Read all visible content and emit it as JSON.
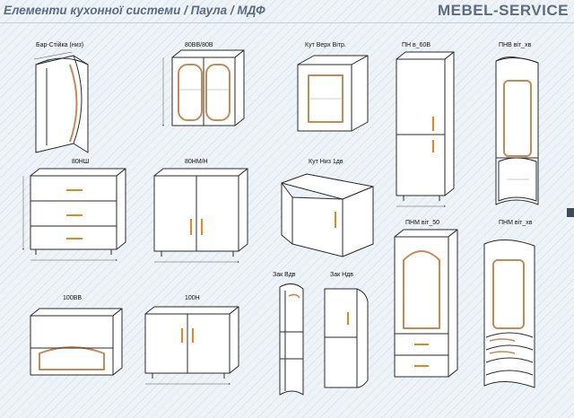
{
  "header": {
    "title": "Елементи кухонної системи / Паула / МДФ",
    "brand": "MEBEL-SERVICE"
  },
  "colors": {
    "outline": "#2a2a2a",
    "panel": "#ffffff",
    "handle": "#e08a1e",
    "glass_frame": "#c88a52",
    "background": "#eef3f8"
  },
  "units": [
    {
      "label": "Бар-Стійка (низ)"
    },
    {
      "label": "80ВВ/80В"
    },
    {
      "label": "Кут Верх Вітр."
    },
    {
      "label": "ПН в_60В"
    },
    {
      "label": "ПНВ віт_хв"
    },
    {
      "label": "80НШ"
    },
    {
      "label": "80НМ/Н"
    },
    {
      "label": "Кут Низ 1дв"
    },
    {
      "label": "ПНМ віт_50"
    },
    {
      "label": "ПНМ віт_хв"
    },
    {
      "label": "100ВВ"
    },
    {
      "label": "100Н"
    },
    {
      "label": "Зак Вдв"
    },
    {
      "label": "Зак Ндв"
    }
  ]
}
